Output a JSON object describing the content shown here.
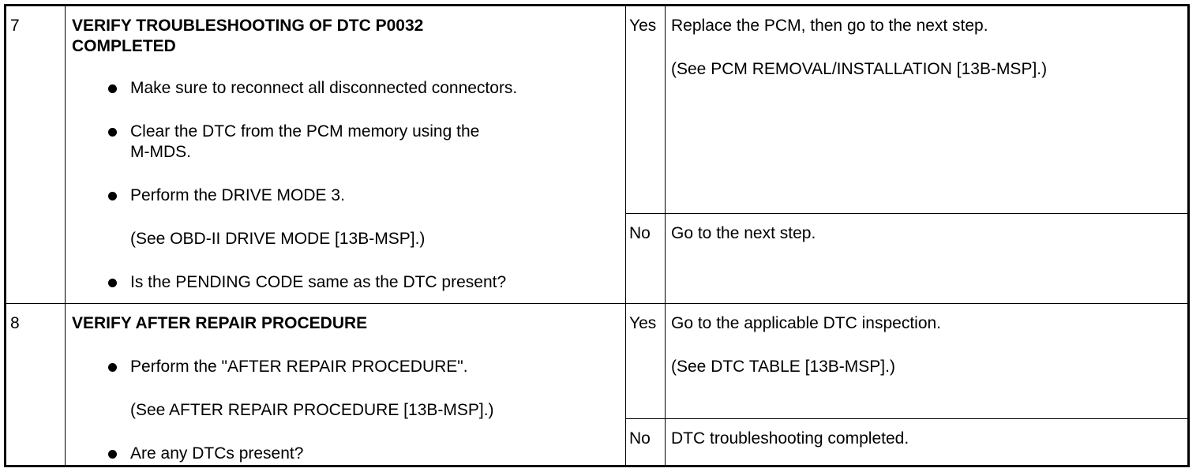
{
  "steps": [
    {
      "number": "7",
      "title_line1": "VERIFY TROUBLESHOOTING OF DTC P0032",
      "title_line2": "COMPLETED",
      "items": [
        "Make sure to reconnect all disconnected connectors.",
        "Clear the DTC from the PCM memory using the",
        "M-MDS.",
        "Perform the DRIVE MODE 3.",
        "(See OBD-II DRIVE MODE [13B-MSP].)",
        "Is the PENDING CODE same as the DTC present?"
      ],
      "yes_label": "Yes",
      "yes_action_1": "Replace the PCM, then go to the next step.",
      "yes_action_2": "(See PCM REMOVAL/INSTALLATION [13B-MSP].)",
      "no_label": "No",
      "no_action_1": "Go to the next step."
    },
    {
      "number": "8",
      "title_line1": "VERIFY AFTER REPAIR PROCEDURE",
      "items": [
        "Perform the \"AFTER REPAIR PROCEDURE\".",
        "(See AFTER REPAIR PROCEDURE [13B-MSP].)",
        "Are any DTCs present?"
      ],
      "yes_label": "Yes",
      "yes_action_1": "Go to the applicable DTC inspection.",
      "yes_action_2": "(See DTC TABLE [13B-MSP].)",
      "no_label": "No",
      "no_action_1": "DTC troubleshooting completed."
    }
  ]
}
